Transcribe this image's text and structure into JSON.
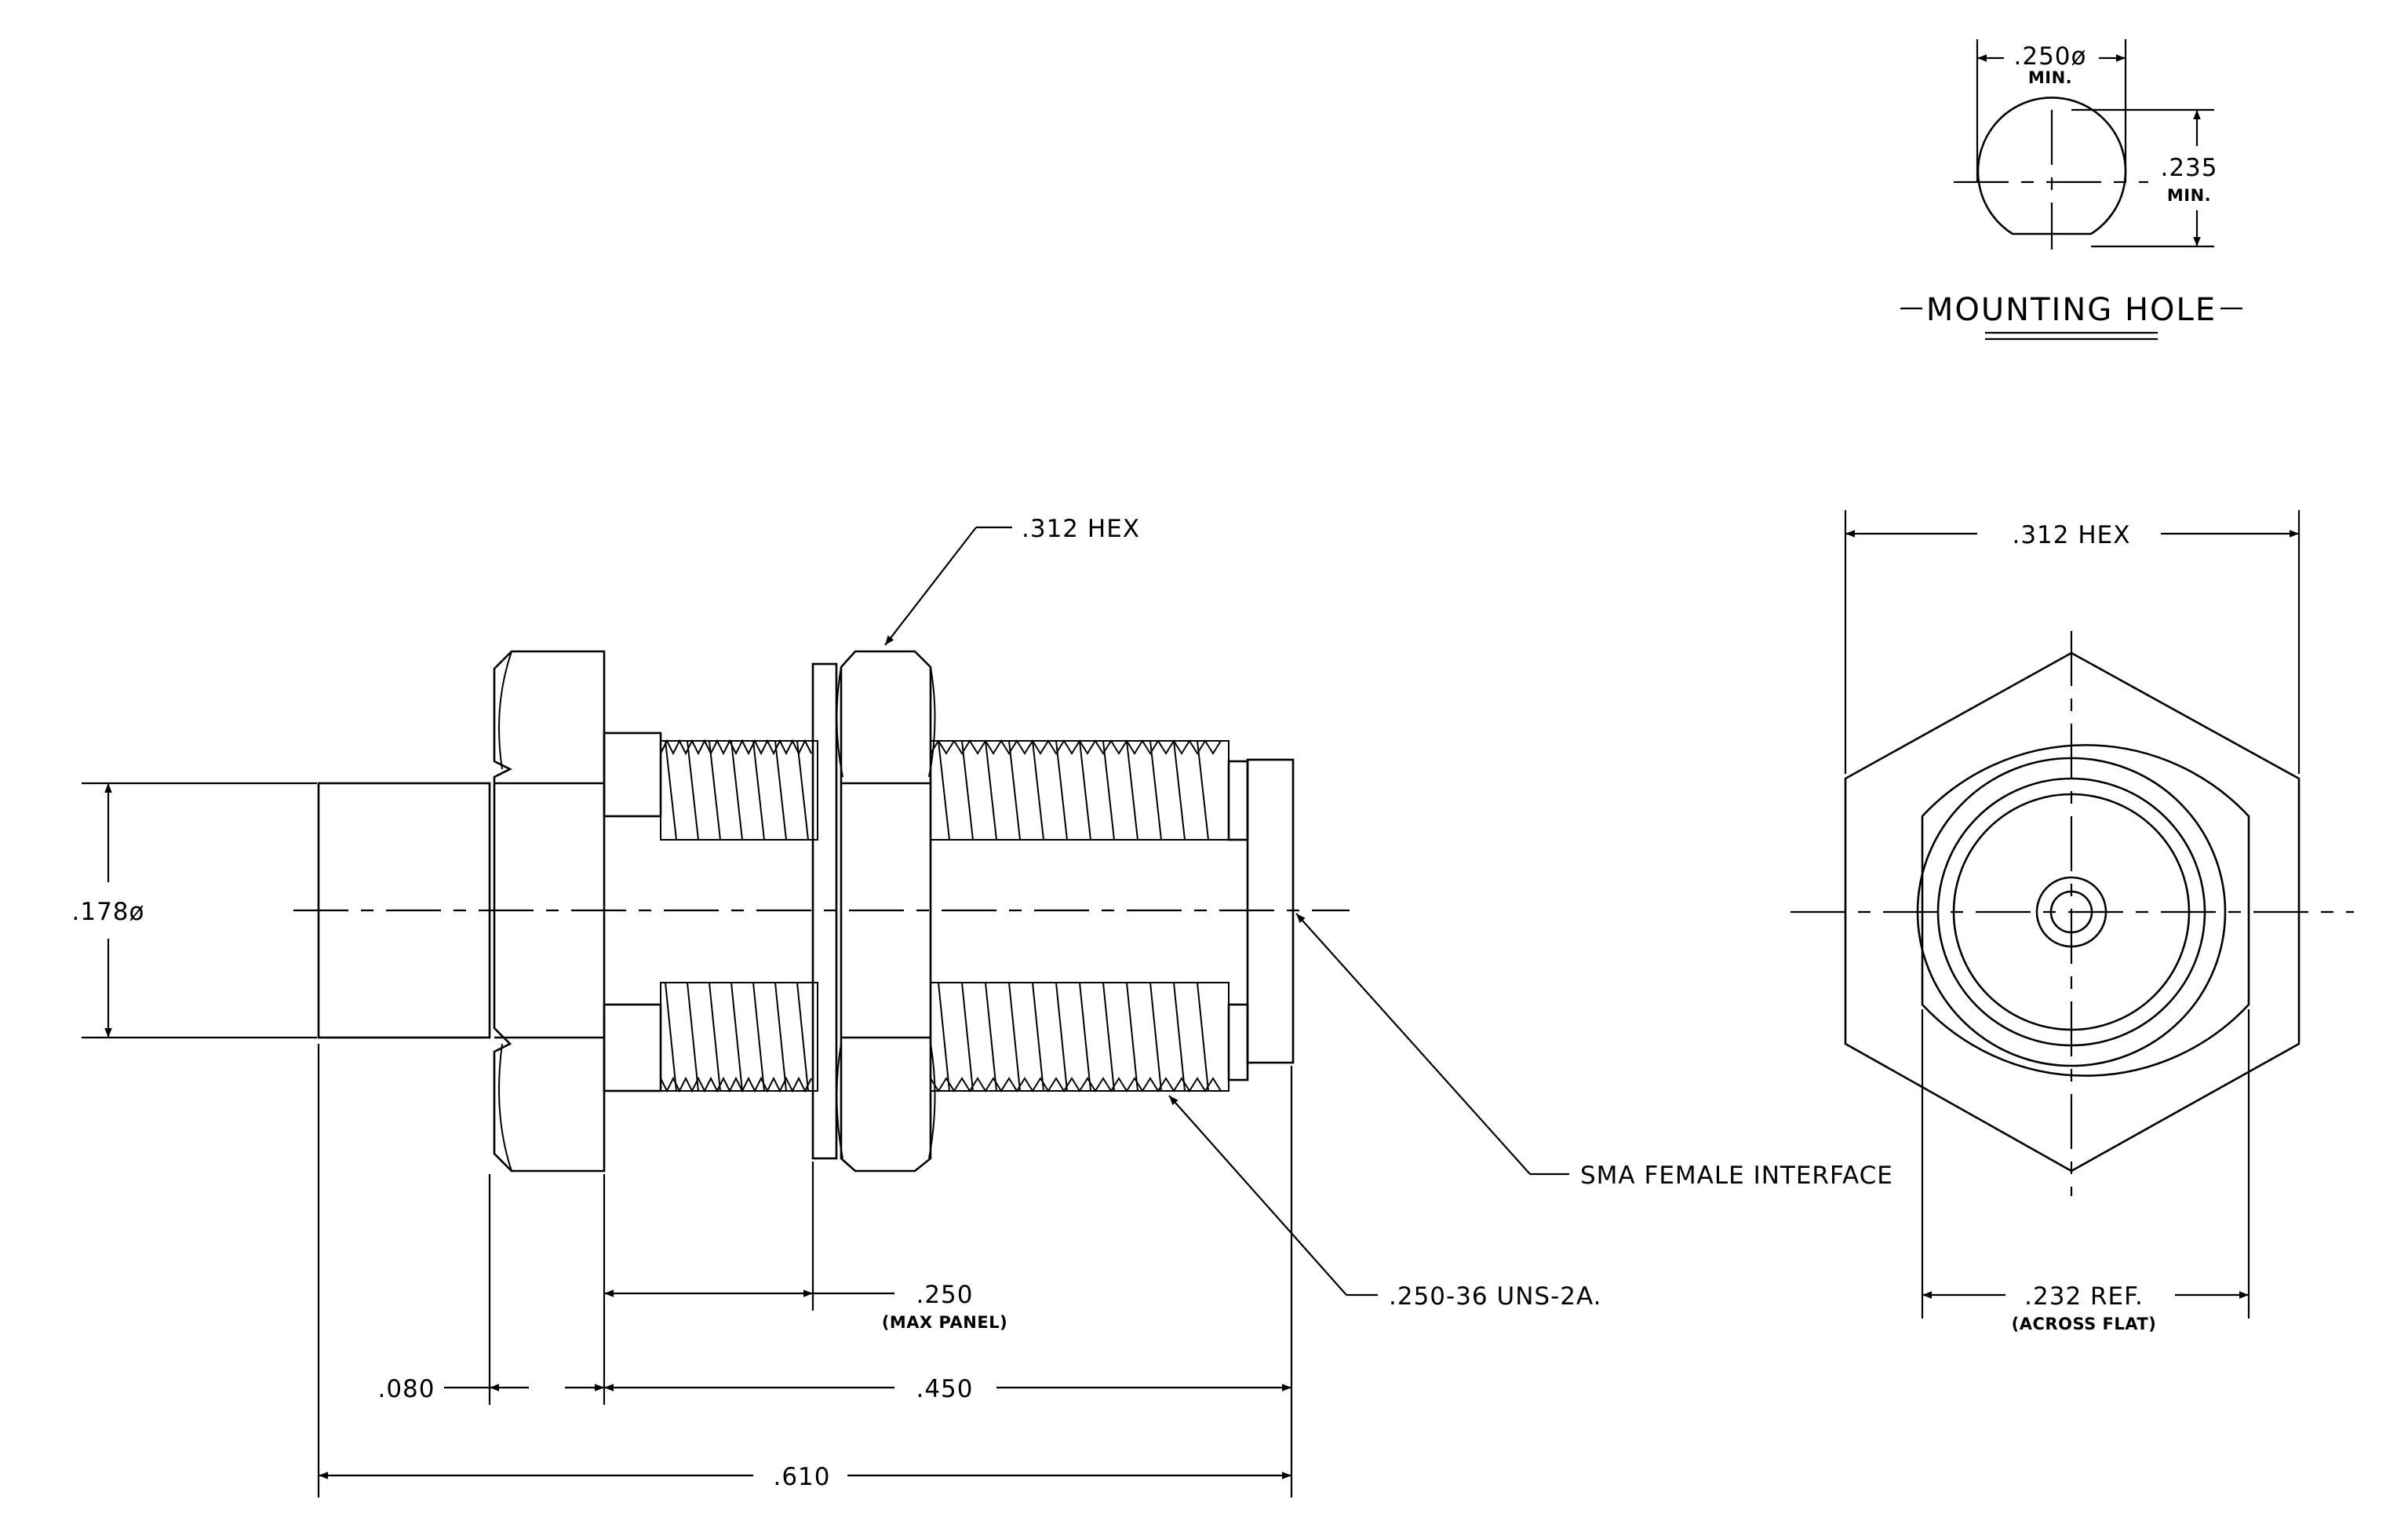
{
  "mounting_hole": {
    "title": "MOUNTING HOLE",
    "dia_value": ".250ø",
    "dia_sub": "MIN.",
    "flat_value": ".235",
    "flat_sub": "MIN."
  },
  "side_view": {
    "hex_callout": ".312 HEX",
    "body_dia": ".178ø",
    "panel_value": ".250",
    "panel_sub": "(MAX PANEL)",
    "thread_callout": ".250-36 UNS-2A.",
    "interface_callout": "SMA FEMALE INTERFACE",
    "dim_flange": ".080",
    "dim_body": ".450",
    "dim_overall": ".610"
  },
  "front_view": {
    "hex_value": ".312 HEX",
    "flat_value": ".232 REF.",
    "flat_sub": "(ACROSS FLAT)"
  }
}
